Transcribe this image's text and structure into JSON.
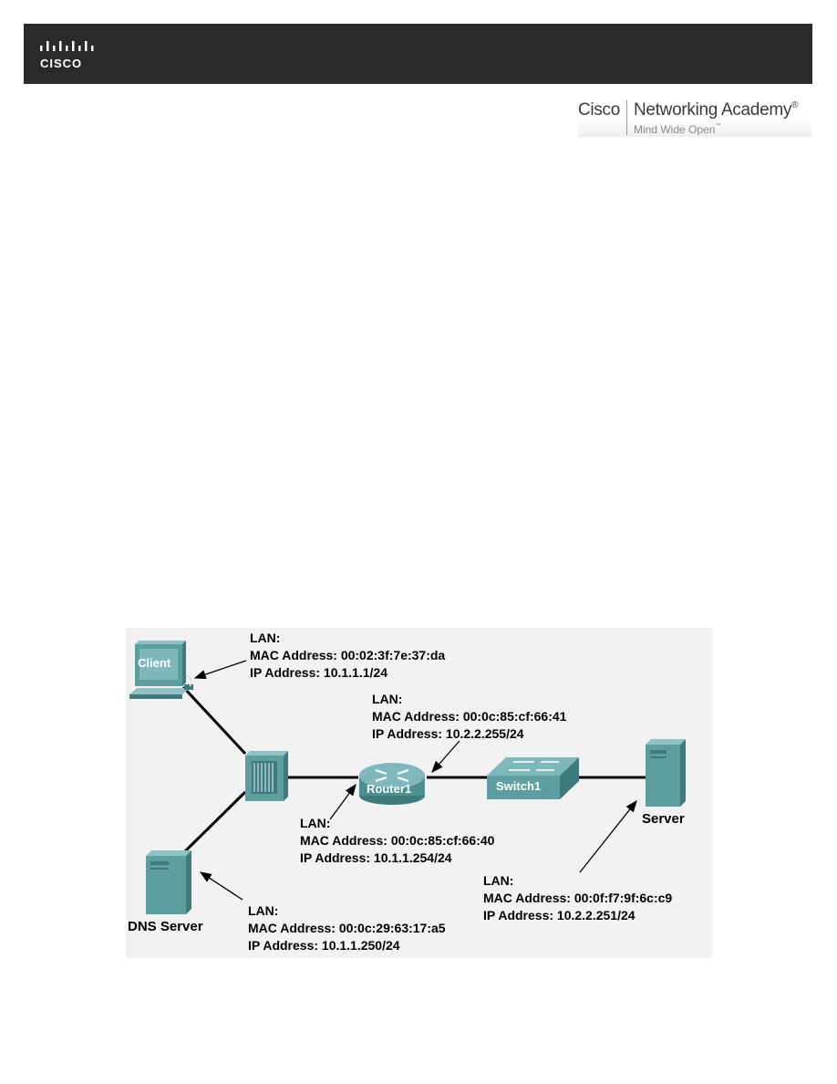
{
  "header": {
    "logo_icon": "cisco-bridge-logo",
    "logo_text": "CISCO"
  },
  "academy": {
    "brand": "Cisco",
    "program": "Networking Academy",
    "registered": "®",
    "tagline": "Mind Wide Open",
    "tm": "™"
  },
  "topology": {
    "devices": {
      "client": "Client",
      "router": "Router1",
      "switch": "Switch1",
      "server": "Server",
      "dns": "DNS Server"
    },
    "labels": {
      "client": {
        "lan": "LAN:",
        "mac": "MAC Address: 00:02:3f:7e:37:da",
        "ip": "IP Address: 10.1.1.1/24"
      },
      "router_wan": {
        "lan": "LAN:",
        "mac": "MAC Address: 00:0c:85:cf:66:41",
        "ip": "IP Address: 10.2.2.255/24"
      },
      "router_lan": {
        "lan": "LAN:",
        "mac": "MAC Address: 00:0c:85:cf:66:40",
        "ip": "IP Address: 10.1.1.254/24"
      },
      "server": {
        "lan": "LAN:",
        "mac": "MAC Address: 00:0f:f7:9f:6c:c9",
        "ip": "IP Address: 10.2.2.251/24"
      },
      "dns": {
        "lan": "LAN:",
        "mac": "MAC Address: 00:0c:29:63:17:a5",
        "ip": "IP Address: 10.1.1.250/24"
      }
    },
    "colors": {
      "device_teal": "#5d9ea1",
      "device_dark": "#3f7a7d",
      "link": "#000000",
      "background": "#f2f2f2"
    }
  }
}
